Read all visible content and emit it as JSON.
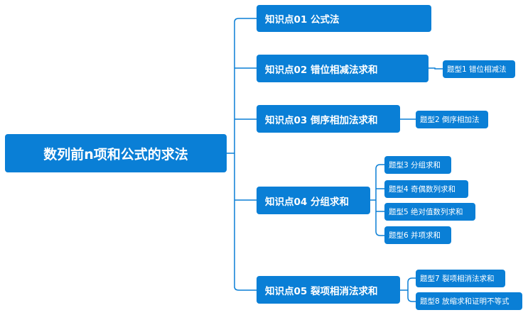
{
  "root": {
    "label": "数列前n项和公式的求法"
  },
  "knowledge": [
    {
      "label": "知识点01 公式法",
      "types": []
    },
    {
      "label": "知识点02 错位相减法求和",
      "types": [
        {
          "label": "题型1 错位相减法"
        }
      ]
    },
    {
      "label": "知识点03 倒序相加法求和",
      "types": [
        {
          "label": "题型2 倒序相加法"
        }
      ]
    },
    {
      "label": "知识点04 分组求和",
      "types": [
        {
          "label": "题型3 分组求和"
        },
        {
          "label": "题型4 奇偶数列求和"
        },
        {
          "label": "题型5 绝对值数列求和"
        },
        {
          "label": "题型6 并项求和"
        }
      ]
    },
    {
      "label": "知识点05 裂项相消法求和",
      "types": [
        {
          "label": "题型7 裂项相消法求和"
        },
        {
          "label": "题型8 放缩求和证明不等式"
        }
      ]
    }
  ],
  "colors": {
    "node": "#0a7fd6",
    "line": "#0a7fd6",
    "text": "#ffffff"
  }
}
